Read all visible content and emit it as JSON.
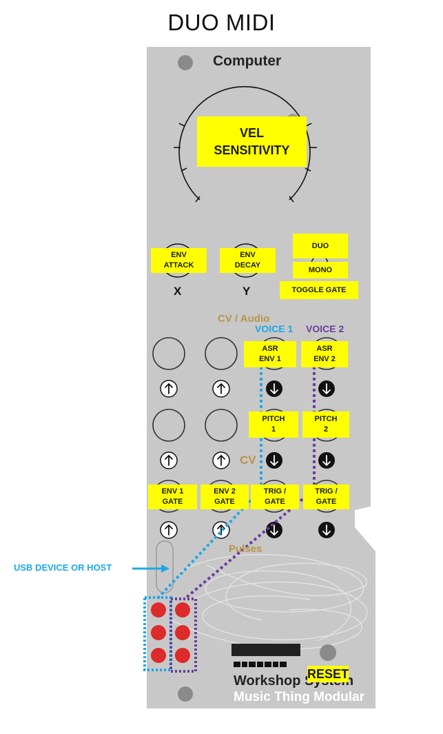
{
  "title": "DUO MIDI",
  "panel": {
    "name": "Computer",
    "main_knob_label": "VEL\nSENSITIVITY",
    "knob_x_label": "ENV\nATTACK",
    "knob_y_label": "ENV\nDECAY",
    "x": "X",
    "y": "Y",
    "switch_up": "DUO",
    "switch_mid": "MONO",
    "switch_down": "TOGGLE GATE",
    "cv_audio": "CV / Audio",
    "voice1": "VOICE 1",
    "voice2": "VOICE 2",
    "asr1": "ASR\nENV 1",
    "asr2": "ASR\nENV 2",
    "pitch1": "PITCH\n1",
    "pitch2": "PITCH\n2",
    "cv": "CV",
    "env1_gate": "ENV 1\nGATE",
    "env2_gate": "ENV 2\nGATE",
    "trig1": "TRIG /\nGATE",
    "trig2": "TRIG /\nGATE",
    "pulses": "Pulses",
    "usb_label": "USB DEVICE OR HOST",
    "reset": "RESET",
    "brand1": "Workshop System",
    "brand2": "Music Thing Modular"
  },
  "colors": {
    "panel": "#c8c8c8",
    "yellow": "#ffff00",
    "voice1": "#1ea7e6",
    "voice2": "#6a3d9a",
    "gold": "#b8944a",
    "led": "#dd2a2a"
  }
}
